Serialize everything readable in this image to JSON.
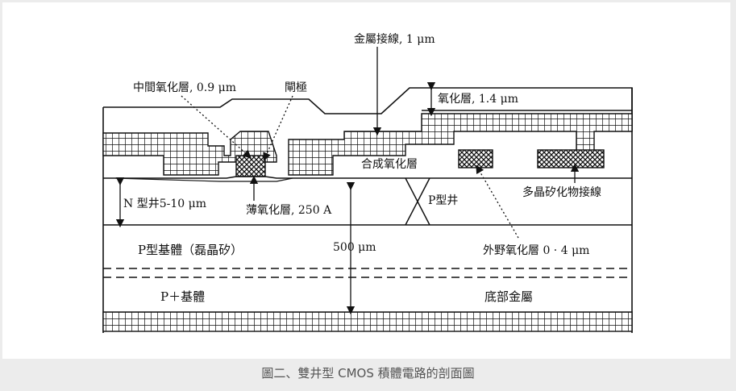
{
  "caption": "圖二、雙井型 CMOS 積體電路的剖面圖",
  "labels": {
    "metal_layer": "金屬接線, 1 μm",
    "intermediate_oxide": "中間氧化層, 0.9 μm",
    "gate": "閘極",
    "oxide": "氧化層, 1.4 μm",
    "composite_oxide": "合成氧化層",
    "n_well": "N 型井5-10 μm",
    "p_well": "P型井",
    "thin_oxide": "薄氧化層, 250 A",
    "poly_contact": "多晶矽化物接線",
    "p_substrate": "P型基體（磊晶矽）",
    "thickness_500": "500 μm",
    "field_oxide": "外野氧化層 0 · 4 μm",
    "p_plus_substrate": "P＋基體",
    "bottom_metal": "底部金屬"
  }
}
